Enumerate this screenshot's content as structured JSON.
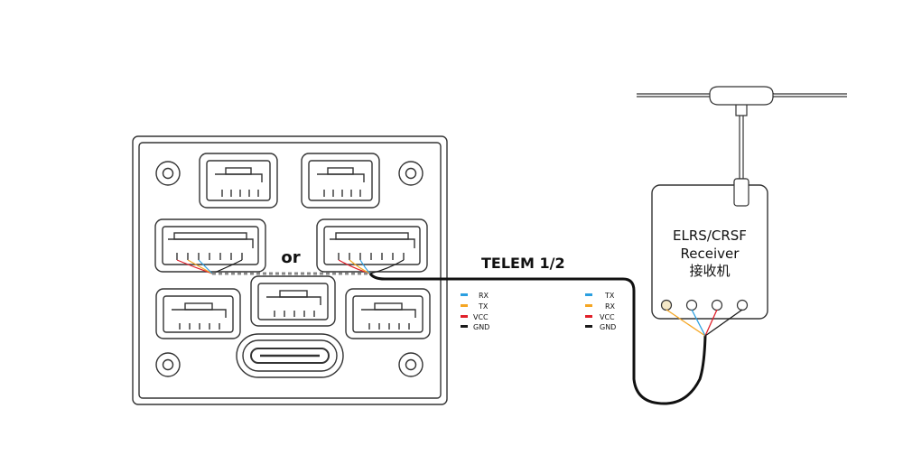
{
  "labels": {
    "or": "or",
    "telem": "TELEM 1/2",
    "receiver_line1": "ELRS/CRSF",
    "receiver_line2": "Receiver",
    "receiver_line3": "接收机"
  },
  "legend_fc": [
    {
      "label": "RX",
      "color": "#2b9fe0"
    },
    {
      "label": "TX",
      "color": "#f5a623"
    },
    {
      "label": "VCC",
      "color": "#e0202a"
    },
    {
      "label": "GND",
      "color": "#1a1a1a"
    }
  ],
  "legend_rx": [
    {
      "label": "TX",
      "color": "#2b9fe0"
    },
    {
      "label": "RX",
      "color": "#f5a623"
    },
    {
      "label": "VCC",
      "color": "#e0202a"
    },
    {
      "label": "GND",
      "color": "#1a1a1a"
    }
  ],
  "colors": {
    "line": "#1a1a1a",
    "outline": "#333333",
    "dashed": "#888888",
    "pin_fill": "#f4e8c8"
  }
}
